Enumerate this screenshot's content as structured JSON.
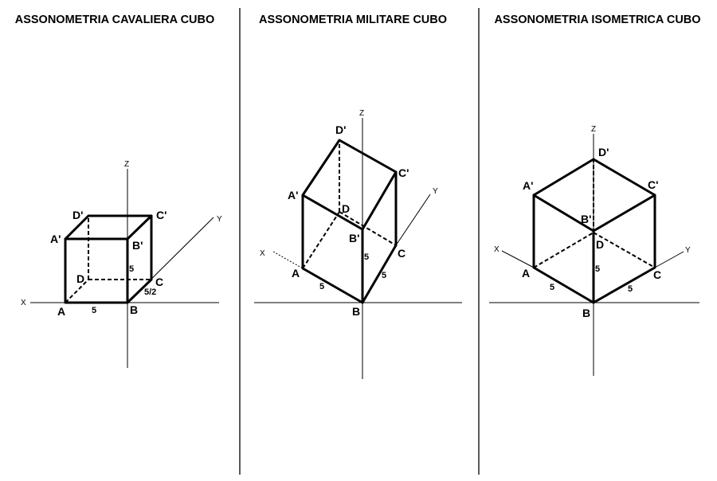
{
  "panels": [
    {
      "title": "ASSONOMETRIA CAVALIERA CUBO",
      "axes": {
        "x": "X",
        "y": "Y",
        "z": "Z"
      },
      "vertices": {
        "A": "A",
        "B": "B",
        "C": "C",
        "D": "D",
        "A1": "A'",
        "B1": "B'",
        "C1": "C'",
        "D1": "D'"
      },
      "dims": {
        "ab": "5",
        "bb1": "5",
        "bc": "5/2"
      }
    },
    {
      "title": "ASSONOMETRIA MILITARE CUBO",
      "axes": {
        "x": "X",
        "y": "Y",
        "z": "Z"
      },
      "vertices": {
        "A": "A",
        "B": "B",
        "C": "C",
        "D": "D",
        "A1": "A'",
        "B1": "B'",
        "C1": "C'",
        "D1": "D'"
      },
      "dims": {
        "ab": "5",
        "bb1": "5",
        "bc": "5"
      }
    },
    {
      "title": "ASSONOMETRIA ISOMETRICA CUBO",
      "axes": {
        "x": "X",
        "y": "Y",
        "z": "Z"
      },
      "vertices": {
        "A": "A",
        "B": "B",
        "C": "C",
        "D": "D",
        "A1": "A'",
        "B1": "B'",
        "C1": "C'",
        "D1": "D'"
      },
      "dims": {
        "ab": "5",
        "bb1": "5",
        "bc": "5"
      }
    }
  ]
}
